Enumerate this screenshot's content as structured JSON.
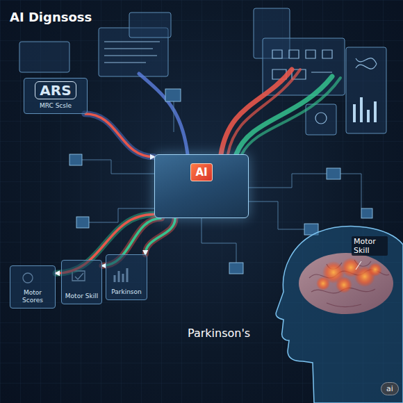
{
  "diagram": {
    "title": "AI Dignsoss",
    "nodes": [
      {
        "text": [
          "ARS",
          "MRC Scsle"
        ]
      },
      {
        "text": [
          "AI"
        ]
      },
      {
        "text": [
          "Motor Scores"
        ]
      },
      {
        "text": [
          "Motor Skill"
        ]
      },
      {
        "text": [
          "Parkinson"
        ]
      }
    ],
    "edges": [
      {
        "from": 0,
        "to": 1,
        "arrow": "to"
      },
      {
        "from": 1,
        "to": 2,
        "arrow": "to"
      },
      {
        "from": 1,
        "to": 3,
        "arrow": "to"
      },
      {
        "from": 1,
        "to": 4,
        "arrow": "to"
      }
    ],
    "labels": [
      "Parkinson's",
      "Motor Skill",
      "ai"
    ]
  }
}
